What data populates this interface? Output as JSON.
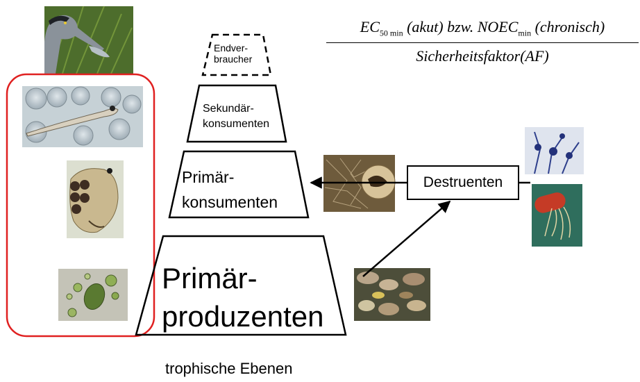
{
  "formula": {
    "numerator_ec": "EC",
    "numerator_ec_sub": "50 min",
    "numerator_akut": "(akut)",
    "numerator_bzw": "bzw.",
    "numerator_noec": "NOEC",
    "numerator_noec_sub": "min",
    "numerator_chronisch": "(chronisch)",
    "denominator": "Sicherheitsfaktor(AF)"
  },
  "pyramid": {
    "endverbraucher_line1": "Endver-",
    "endverbraucher_line2": "braucher",
    "sekundaer_line1": "Sekundär-",
    "sekundaer_line2": "konsumenten",
    "primaerkons_line1": "Primär-",
    "primaerkons_line2": "konsumenten",
    "primaerprod_line1": "Primär-",
    "primaerprod_line2": "produzenten"
  },
  "destruenten": "Destruenten",
  "caption": "trophische Ebenen",
  "colors": {
    "highlight_border": "#e02020",
    "stroke": "#000000"
  }
}
